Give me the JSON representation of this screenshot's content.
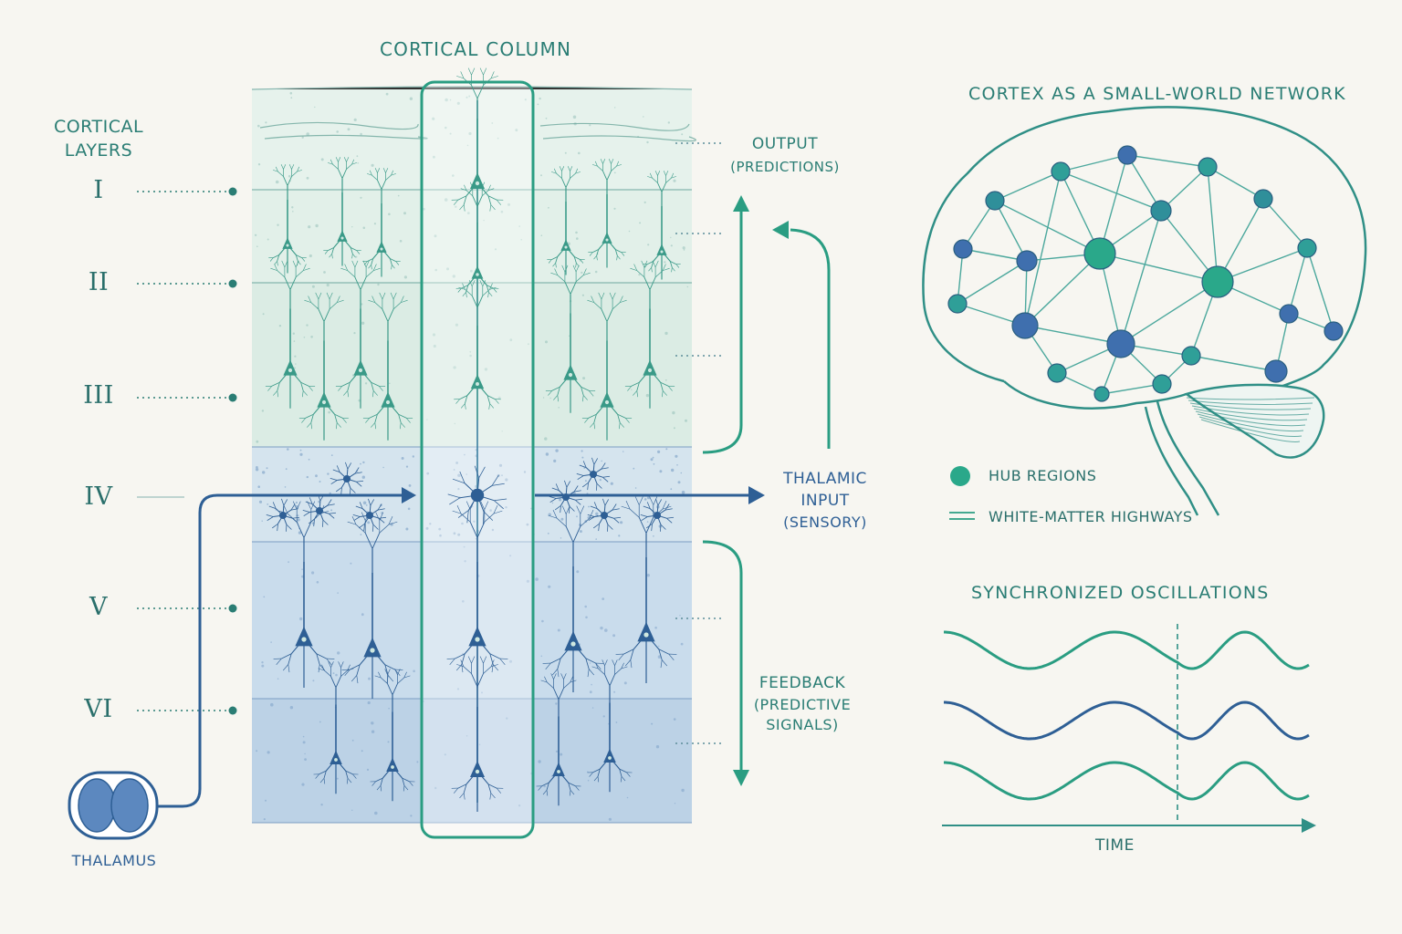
{
  "column": {
    "title": "CORTICAL COLUMN",
    "layers_heading_1": "CORTICAL",
    "layers_heading_2": "LAYERS",
    "layers": [
      "I",
      "II",
      "III",
      "IV",
      "V",
      "VI"
    ]
  },
  "flows": {
    "output_1": "OUTPUT",
    "output_2": "(PREDICTIONS)",
    "thalamic_1": "THALAMIC",
    "thalamic_2": "INPUT",
    "thalamic_3": "(SENSORY)",
    "feedback_1": "FEEDBACK",
    "feedback_2": "(PREDICTIVE",
    "feedback_3": "SIGNALS)"
  },
  "thalamus": {
    "label": "THALAMUS"
  },
  "network": {
    "title": "CORTEX AS A SMALL-WORLD NETWORK",
    "legend_hub": "HUB REGIONS",
    "legend_white_matter": "WHITE-MATTER HIGHWAYS"
  },
  "oscillations": {
    "title": "SYNCHRONIZED OSCILLATIONS",
    "axis_label": "TIME"
  },
  "colors": {
    "background": "#f7f6f1",
    "teal": "#2a9d82",
    "blue": "#2e5f95",
    "hub_green": "#2aa88a"
  }
}
